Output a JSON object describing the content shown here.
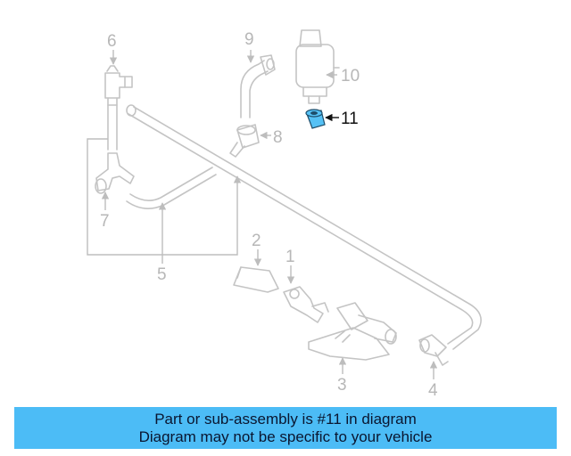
{
  "diagram": {
    "callouts": [
      "1",
      "2",
      "3",
      "4",
      "5",
      "6",
      "7",
      "8",
      "9",
      "10",
      "11"
    ],
    "highlighted_callout": "11",
    "highlight_color": "#55c1f5",
    "part_line_color": "#c4c4c4"
  },
  "banner": {
    "line1": "Part or sub-assembly is #11 in diagram",
    "line2": "Diagram may not be specific to your vehicle",
    "background": "#4cbcf6"
  }
}
